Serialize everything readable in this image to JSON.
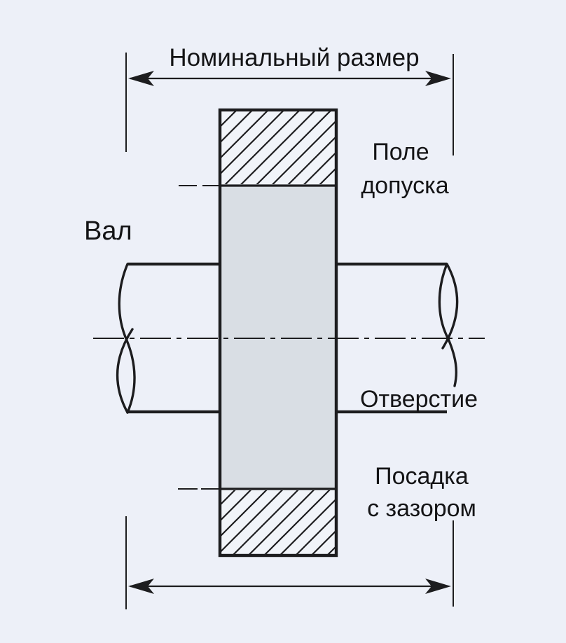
{
  "diagram": {
    "type": "engineering-fit-diagram",
    "labels": {
      "nominal_size": "Номинальный размер",
      "shaft": "Вал",
      "tolerance_field_line1": "Поле",
      "tolerance_field_line2": "допуска",
      "hole": "Отверстие",
      "clearance_fit_line1": "Посадка",
      "clearance_fit_line2": "с зазором"
    },
    "colors": {
      "background": "#edf0f8",
      "tolerance_zone_fill": "#d9dee4",
      "hatch_fill": "#f1f4f9",
      "line_color": "#1d1d1f",
      "text_color": "#141416"
    }
  }
}
